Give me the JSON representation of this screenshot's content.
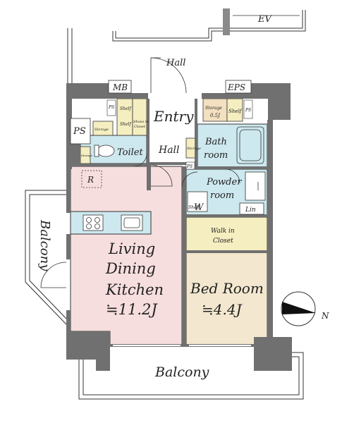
{
  "labels": {
    "ev": "EV",
    "hall_top": "Hall",
    "mb": "MB",
    "eps": "EPS",
    "ps_left": "PS",
    "ps_small_1": "PS",
    "ps_small_2": "PS",
    "ps_small_3": "PS",
    "shelf_1": "Shelf",
    "shoes_in_closet_1": "Shoes in",
    "shoes_in_closet_2": "Closet",
    "shelf_2": "Shelf",
    "storage_1": "Storage",
    "storage_2": "Storage",
    "storage_3": "Storage",
    "storage_05_1": "Storage",
    "storage_05_2": "0.5J",
    "shelf_3": "Shelf",
    "entry": "Entry",
    "toilet": "Toilet",
    "hall_mid": "Hall",
    "bath_1": "Bath",
    "bath_2": "room",
    "refrigerator": "R",
    "powder_1": "Powder",
    "powder_2": "room",
    "washer": "W",
    "shelf_4": "Shelf",
    "linen": "Lin",
    "walkin_1": "Walk in",
    "walkin_2": "Closet",
    "ldk_1": "Living",
    "ldk_2": "Dining",
    "ldk_3": "Kitchen",
    "ldk_area": "≒11.2J",
    "bed_1": "Bed Room",
    "bed_area": "≒4.4J",
    "balcony_side": "Balcony",
    "balcony_bottom": "Balcony",
    "north": "N"
  },
  "colors": {
    "wall": "#707070",
    "ldk": "#f7dede",
    "bed": "#f3e8cf",
    "wet": "#cde8ee",
    "closet": "#f5eec0",
    "outline": "#333333"
  }
}
